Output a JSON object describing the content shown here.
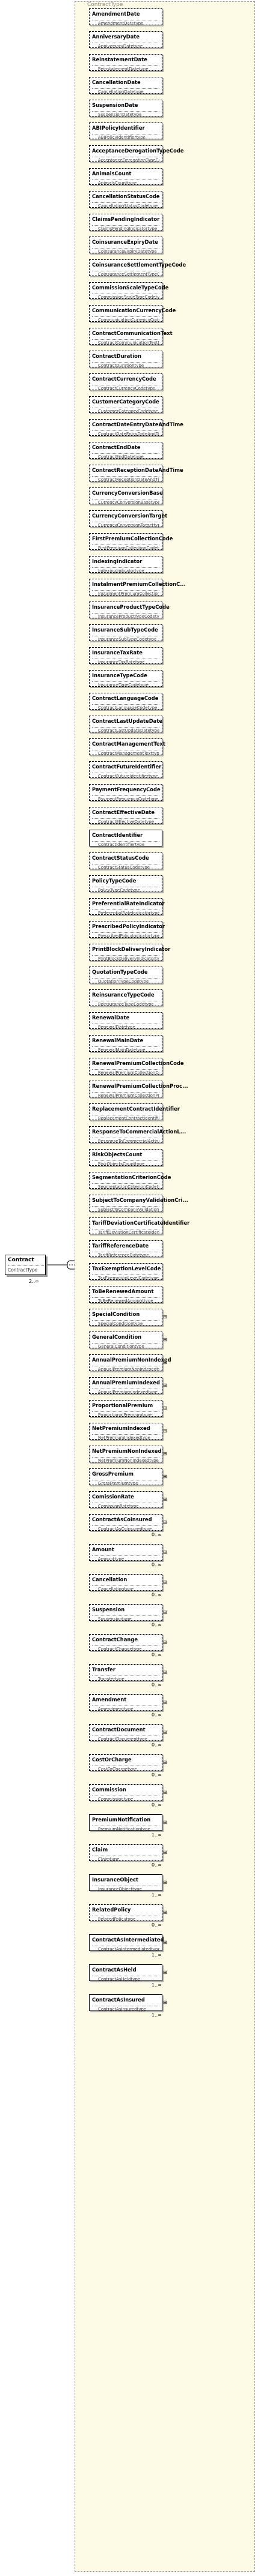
{
  "root": {
    "name": "Contract",
    "type": "ContractType",
    "multiplicity": "2..∞"
  },
  "sequence_title": "ContractType",
  "elements": [
    {
      "name": "AmendmentDate",
      "type": "AmendmentDatetype",
      "opt": true
    },
    {
      "name": "AnniversaryDate",
      "type": "AnniversaryDatetype",
      "opt": true
    },
    {
      "name": "ReinstatementDate",
      "type": "ReinstatementDatetype",
      "opt": true
    },
    {
      "name": "CancellationDate",
      "type": "CancellationDatetype",
      "opt": true
    },
    {
      "name": "SuspensionDate",
      "type": "SuspensionDatetype",
      "opt": true
    },
    {
      "name": "ABIPolicyIdentifier",
      "type": "ABIPolicyIdentifiertype",
      "opt": true
    },
    {
      "name": "AcceptanceDerogationTypeCode",
      "type": "AcceptanceDerogationTypeCode",
      "opt": true
    },
    {
      "name": "AnimalsCount",
      "type": "AnimalsCounttype",
      "opt": true
    },
    {
      "name": "CancellationStatusCode",
      "type": "CancellationStatusCodetype",
      "opt": true
    },
    {
      "name": "ClaimsPendingIndicator",
      "type": "ClaimsPendingIndicatortype",
      "opt": true
    },
    {
      "name": "CoinsuranceExpiryDate",
      "type": "CoinsuranceExpiryDatetype",
      "opt": true
    },
    {
      "name": "CoinsuranceSettlementTypeCode",
      "type": "CoinsuranceSettlementTypeCode",
      "opt": true
    },
    {
      "name": "CommissionScaleTypeCode",
      "type": "CommissionScaleTypeCodetype",
      "opt": true
    },
    {
      "name": "CommunicationCurrencyCode",
      "type": "CommunicationCurrencyCodetype",
      "opt": true
    },
    {
      "name": "ContractCommunicationText",
      "type": "ContractCommunicationTexttype",
      "opt": true
    },
    {
      "name": "ContractDuration",
      "type": "ContractDurationtype",
      "opt": true
    },
    {
      "name": "ContractCurrencyCode",
      "type": "ContractCurrencyCodetype",
      "opt": true
    },
    {
      "name": "CustomerCategoryCode",
      "type": "CustomerCategoryCodetype",
      "opt": true
    },
    {
      "name": "ContractDateEntryDateAndTime",
      "type": "ContractDateEntryDateAndTimet",
      "opt": true
    },
    {
      "name": "ContractEndDate",
      "type": "ContractEndDatetype",
      "opt": true
    },
    {
      "name": "ContractReceptionDateAndTime",
      "type": "ContractReceptionDateAndTimet",
      "opt": true
    },
    {
      "name": "CurrencyConversionBase",
      "type": "CurrencyConversionBasetype",
      "opt": true
    },
    {
      "name": "CurrencyConversionTarget",
      "type": "CurrencyConversionTargettype",
      "opt": true
    },
    {
      "name": "FirstPremiumCollectionCode",
      "type": "FirstPremiumCollectionCodetype",
      "opt": true
    },
    {
      "name": "IndexingIndicator",
      "type": "IndexingIndicatortype",
      "opt": true
    },
    {
      "name": "InstalmentPremiumCollectionC...",
      "type": "InstalmentPremiumCollectionCod",
      "opt": true
    },
    {
      "name": "InsuranceProductTypeCode",
      "type": "InsuranceProductTypeCodetype",
      "opt": true
    },
    {
      "name": "InsuranceSubTypeCode",
      "type": "InsuranceSubTypeCodetype",
      "opt": true
    },
    {
      "name": "InsuranceTaxRate",
      "type": "InsuranceTaxRatetype",
      "opt": true
    },
    {
      "name": "InsuranceTypeCode",
      "type": "InsuranceTypeCodetype",
      "opt": true
    },
    {
      "name": "ContractLanguageCode",
      "type": "ContractLanguageCodetype",
      "opt": true
    },
    {
      "name": "ContractLastUpdateDate",
      "type": "ContractLastUpdateDatetype",
      "opt": true
    },
    {
      "name": "ContractManagementText",
      "type": "ContractManagementTexttype",
      "opt": true
    },
    {
      "name": "ContractFutureIdentifier",
      "type": "ContractFutureIdentifiertype",
      "opt": true
    },
    {
      "name": "PaymentFrequencyCode",
      "type": "PaymentFrequencyCodetype",
      "opt": true
    },
    {
      "name": "ContractEffectiveDate",
      "type": "ContractEffectiveDatetype",
      "opt": true
    },
    {
      "name": "ContractIdentifier",
      "type": "ContractIdentifiertype",
      "opt": false
    },
    {
      "name": "ContractStatusCode",
      "type": "ContractStatusCodetype",
      "opt": true
    },
    {
      "name": "PolicyTypeCode",
      "type": "PolicyTypeCodetype",
      "opt": true
    },
    {
      "name": "PreferentialRateIndicator",
      "type": "PreferentialRateIndicatortype",
      "opt": true
    },
    {
      "name": "PrescribedPolicyIndicator",
      "type": "PrescribedPolicyIndicatortype",
      "opt": true
    },
    {
      "name": "PrintBlockDeliveryIndicator",
      "type": "PrintBlockDeliveryIndicatortype",
      "opt": true
    },
    {
      "name": "QuotationTypeCode",
      "type": "QuotationTypeCodetype",
      "opt": true
    },
    {
      "name": "ReinsuranceTypeCode",
      "type": "ReinsuranceTypeCodetype",
      "opt": true
    },
    {
      "name": "RenewalDate",
      "type": "RenewalDatetype",
      "opt": true
    },
    {
      "name": "RenewalMainDate",
      "type": "RenewalMainDatetype",
      "opt": true
    },
    {
      "name": "RenewalPremiumCollectionCode",
      "type": "RenewalPremiumCollectionCodet",
      "opt": true
    },
    {
      "name": "RenewalPremiumCollectionProc...",
      "type": "RenewalPremiumCollectionProce",
      "opt": true
    },
    {
      "name": "ReplacementContractIdentifier",
      "type": "ReplacementContractIdentifiert",
      "opt": true
    },
    {
      "name": "ResponseToCommercialActionL...",
      "type": "ResponseToCommercialActionLi",
      "opt": true
    },
    {
      "name": "RiskObjectsCount",
      "type": "RiskObjectsCounttype",
      "opt": true
    },
    {
      "name": "SegmentationCriterionCode",
      "type": "SegmentationCriterionCodetype",
      "opt": true
    },
    {
      "name": "SubjectToCompanyValidationCri...",
      "type": "SubjectToCompanyValidationCrit",
      "opt": true
    },
    {
      "name": "TariffDeviationCertificateIdentifier",
      "type": "TariffDeviationCertificateIdentifie",
      "opt": true
    },
    {
      "name": "TariffReferenceDate",
      "type": "TariffReferenceDatetype",
      "opt": true
    },
    {
      "name": "TaxExemptionLevelCode",
      "type": "TaxExemptionLevelCodetype",
      "opt": true
    },
    {
      "name": "ToBeRenewedAmount",
      "type": "ToBeRenewedAmounttype",
      "opt": true
    },
    {
      "name": "SpecialCondition",
      "type": "SpecialConditiontype",
      "opt": true
    },
    {
      "name": "GeneralCondition",
      "type": "GeneralConditiontype",
      "opt": true
    },
    {
      "name": "AnnualPremiumNonIndexed",
      "type": "AnnualPremiumNonIndexedtype",
      "opt": true
    },
    {
      "name": "AnnualPremiumIndexed",
      "type": "AnnualPremiumIndexedtype",
      "opt": true
    },
    {
      "name": "ProportionalPremium",
      "type": "ProportionalPremiumtype",
      "opt": true
    },
    {
      "name": "NetPremiumIndexed",
      "type": "NetPremiumIndexedtype",
      "opt": true
    },
    {
      "name": "NetPremiumNonIndexed",
      "type": "NetPremiumNonIndexedtype",
      "opt": true
    },
    {
      "name": "GrossPremium",
      "type": "GrossPremiumtype",
      "opt": true
    },
    {
      "name": "ComissionRate",
      "type": "ComissionRatetype",
      "opt": true
    },
    {
      "name": "ContractAsCoinsured",
      "type": "ContractAsCoinsuredtype",
      "opt": true
    },
    {
      "name": "Amount",
      "type": "Amounttype",
      "opt": true
    },
    {
      "name": "Cancellation",
      "type": "Cancellationtype",
      "opt": true
    },
    {
      "name": "Suspension",
      "type": "Suspensiontype",
      "opt": true
    },
    {
      "name": "ContractChange",
      "type": "ContractChangetype",
      "opt": true
    },
    {
      "name": "Transfer",
      "type": "Transfertype",
      "opt": true
    },
    {
      "name": "Amendment",
      "type": "Amendmenttype",
      "opt": true
    },
    {
      "name": "ContractDocument",
      "type": "ContractDocumenttype",
      "opt": true
    },
    {
      "name": "CostOrCharge",
      "type": "CostOrChargetype",
      "opt": true
    },
    {
      "name": "Commission",
      "type": "Commissiontype",
      "opt": true
    },
    {
      "name": "PremiumNotification",
      "type": "PremiumNotificationtype",
      "opt": false
    },
    {
      "name": "Claim",
      "type": "Claimtype",
      "opt": true
    },
    {
      "name": "InsuranceObject",
      "type": "InsuranceObjecttype",
      "opt": false
    },
    {
      "name": "RelatedPolicy",
      "type": "RelatedPolicytype",
      "opt": true
    },
    {
      "name": "ContractAsIntermediated",
      "type": "ContractAsIntermediatedtype",
      "opt": false
    },
    {
      "name": "ContractAsHeld",
      "type": "ContractAsHeldtype",
      "opt": false
    },
    {
      "name": "ContractAsInsured",
      "type": "ContractAsInsuredtype",
      "opt": false
    }
  ],
  "element_multiplicities": {
    "ContractAsCoinsured": "0..∞",
    "Amount": "0..∞",
    "Cancellation": "0..∞",
    "Suspension": "0..∞",
    "ContractChange": "0..∞",
    "Transfer": "0..∞",
    "Amendment": "0..∞",
    "ContractDocument": "0..∞",
    "CostOrCharge": "0..∞",
    "Commission": "0..∞",
    "PremiumNotification": "1..∞",
    "Claim": "0..∞",
    "InsuranceObject": "1..∞",
    "RelatedPolicy": "0..∞",
    "ContractAsIntermediated": "1..∞",
    "ContractAsHeld": "1..∞",
    "ContractAsInsured": "1..∞"
  },
  "expandable": [
    "SpecialCondition",
    "GeneralCondition",
    "AnnualPremiumNonIndexed",
    "AnnualPremiumIndexed",
    "ProportionalPremium",
    "NetPremiumIndexed",
    "NetPremiumNonIndexed",
    "GrossPremium",
    "ComissionRate",
    "ContractAsCoinsured",
    "Amount",
    "Cancellation",
    "Suspension",
    "ContractChange",
    "Transfer",
    "Amendment",
    "ContractDocument",
    "CostOrCharge",
    "Commission",
    "PremiumNotification",
    "Claim",
    "InsuranceObject",
    "RelatedPolicy",
    "ContractAsIntermediated",
    "ContractAsHeld",
    "ContractAsInsured"
  ],
  "colors": {
    "container_bg": "#fdfbe6",
    "border": "#000000",
    "connector": "#000000"
  }
}
